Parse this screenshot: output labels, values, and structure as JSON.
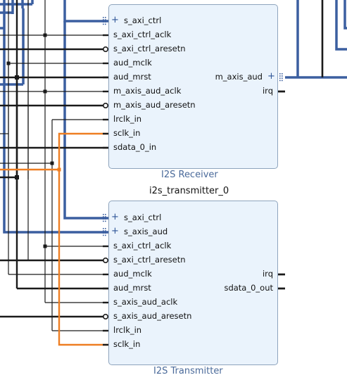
{
  "colors": {
    "wire": "#1a1a1a",
    "bus": "#3b5fa0",
    "highlight": "#ee7e22",
    "block_fill": "#eaf3fc",
    "block_border": "#8ea4bd",
    "caption": "#4a6a9a"
  },
  "receiver": {
    "caption": "I2S Receiver",
    "left_ports": [
      {
        "label": "s_axi_ctrl",
        "kind": "bus"
      },
      {
        "label": "s_axi_ctrl_aclk",
        "kind": "in"
      },
      {
        "label": "s_axi_ctrl_aresetn",
        "kind": "neg"
      },
      {
        "label": "aud_mclk",
        "kind": "in"
      },
      {
        "label": "aud_mrst",
        "kind": "in"
      },
      {
        "label": "m_axis_aud_aclk",
        "kind": "in"
      },
      {
        "label": "m_axis_aud_aresetn",
        "kind": "neg"
      },
      {
        "label": "lrclk_in",
        "kind": "in"
      },
      {
        "label": "sclk_in",
        "kind": "in"
      },
      {
        "label": "sdata_0_in",
        "kind": "in"
      }
    ],
    "right_ports": [
      {
        "label": "m_axis_aud",
        "kind": "bus"
      },
      {
        "label": "irq",
        "kind": "out"
      }
    ]
  },
  "transmitter": {
    "instance_name": "i2s_transmitter_0",
    "caption": "I2S Transmitter",
    "left_ports": [
      {
        "label": "s_axi_ctrl",
        "kind": "bus"
      },
      {
        "label": "s_axis_aud",
        "kind": "bus"
      },
      {
        "label": "s_axi_ctrl_aclk",
        "kind": "in"
      },
      {
        "label": "s_axi_ctrl_aresetn",
        "kind": "neg"
      },
      {
        "label": "aud_mclk",
        "kind": "in"
      },
      {
        "label": "aud_mrst",
        "kind": "in"
      },
      {
        "label": "s_axis_aud_aclk",
        "kind": "in"
      },
      {
        "label": "s_axis_aud_aresetn",
        "kind": "neg"
      },
      {
        "label": "lrclk_in",
        "kind": "in"
      },
      {
        "label": "sclk_in",
        "kind": "in"
      }
    ],
    "right_ports": [
      {
        "label": "irq",
        "kind": "out"
      },
      {
        "label": "sdata_0_out",
        "kind": "out"
      }
    ]
  }
}
